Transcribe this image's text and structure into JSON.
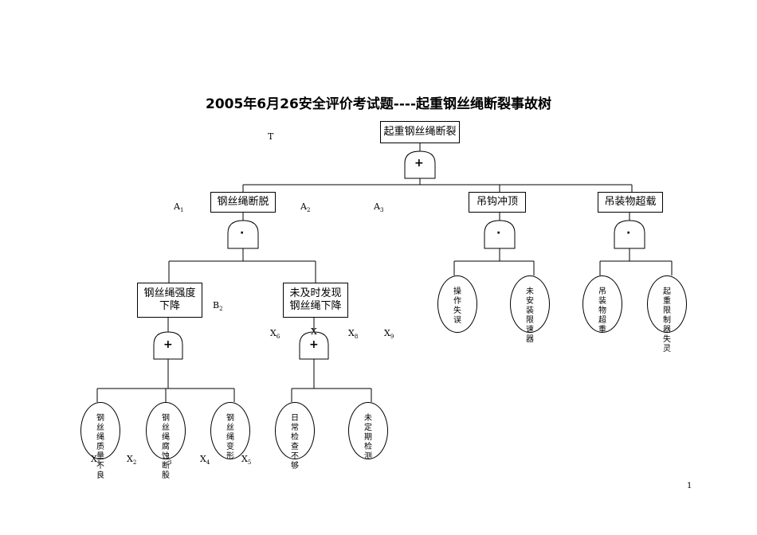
{
  "title": "2005年6月26安全评价考试题----起重钢丝绳断裂事故树",
  "page_number": "1",
  "top_event": "起重钢丝绳断裂",
  "events": {
    "a1": "钢丝绳断脱",
    "a2": "吊钩冲顶",
    "a3": "吊装物超载",
    "b1": "钢丝绳强度\n下降",
    "b2": "未及时发现\n钢丝绳下降"
  },
  "basic_events": {
    "x_op": "操作失误",
    "x_nolimiter": "未安装限速器",
    "x_hoist": "吊装物超重",
    "x_limitfail": "起重限制器失灵",
    "x1": "钢丝绳质量不良",
    "x2": "钢丝绳腐蚀断股",
    "x3": "钢丝绳变形",
    "x6": "日常检查不够",
    "x7": "未定期检测"
  },
  "gates": {
    "or": "+",
    "and": "·"
  },
  "labels": {
    "T": "T",
    "A1": "A",
    "A1s": "1",
    "A2": "A",
    "A2s": "2",
    "A3": "A",
    "A3s": "3",
    "B2": "B",
    "B2s": "2",
    "X1": "X",
    "X1s": "1",
    "X2": "X",
    "X2s": "2",
    "X3s": "3",
    "X4": "X",
    "X4s": "4",
    "X5": "X",
    "X5s": "5",
    "X6": "X",
    "X6s": "6",
    "X7": "X",
    "X8": "X",
    "X8s": "8",
    "X9": "X",
    "X9s": "9"
  }
}
